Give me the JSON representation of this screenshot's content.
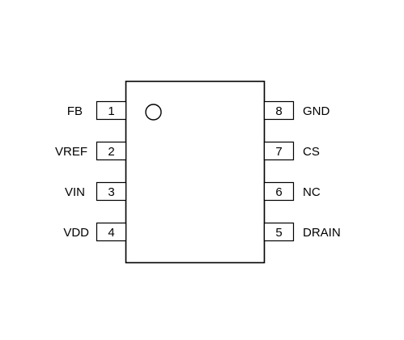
{
  "package": {
    "colors": {
      "outline": "#000000",
      "background": "#ffffff"
    },
    "pin1_marker": "circle",
    "pins_left": [
      {
        "number": "1",
        "name": "FB"
      },
      {
        "number": "2",
        "name": "VREF"
      },
      {
        "number": "3",
        "name": "VIN"
      },
      {
        "number": "4",
        "name": "VDD"
      }
    ],
    "pins_right": [
      {
        "number": "8",
        "name": "GND"
      },
      {
        "number": "7",
        "name": "CS"
      },
      {
        "number": "6",
        "name": "NC"
      },
      {
        "number": "5",
        "name": "DRAIN"
      }
    ]
  }
}
